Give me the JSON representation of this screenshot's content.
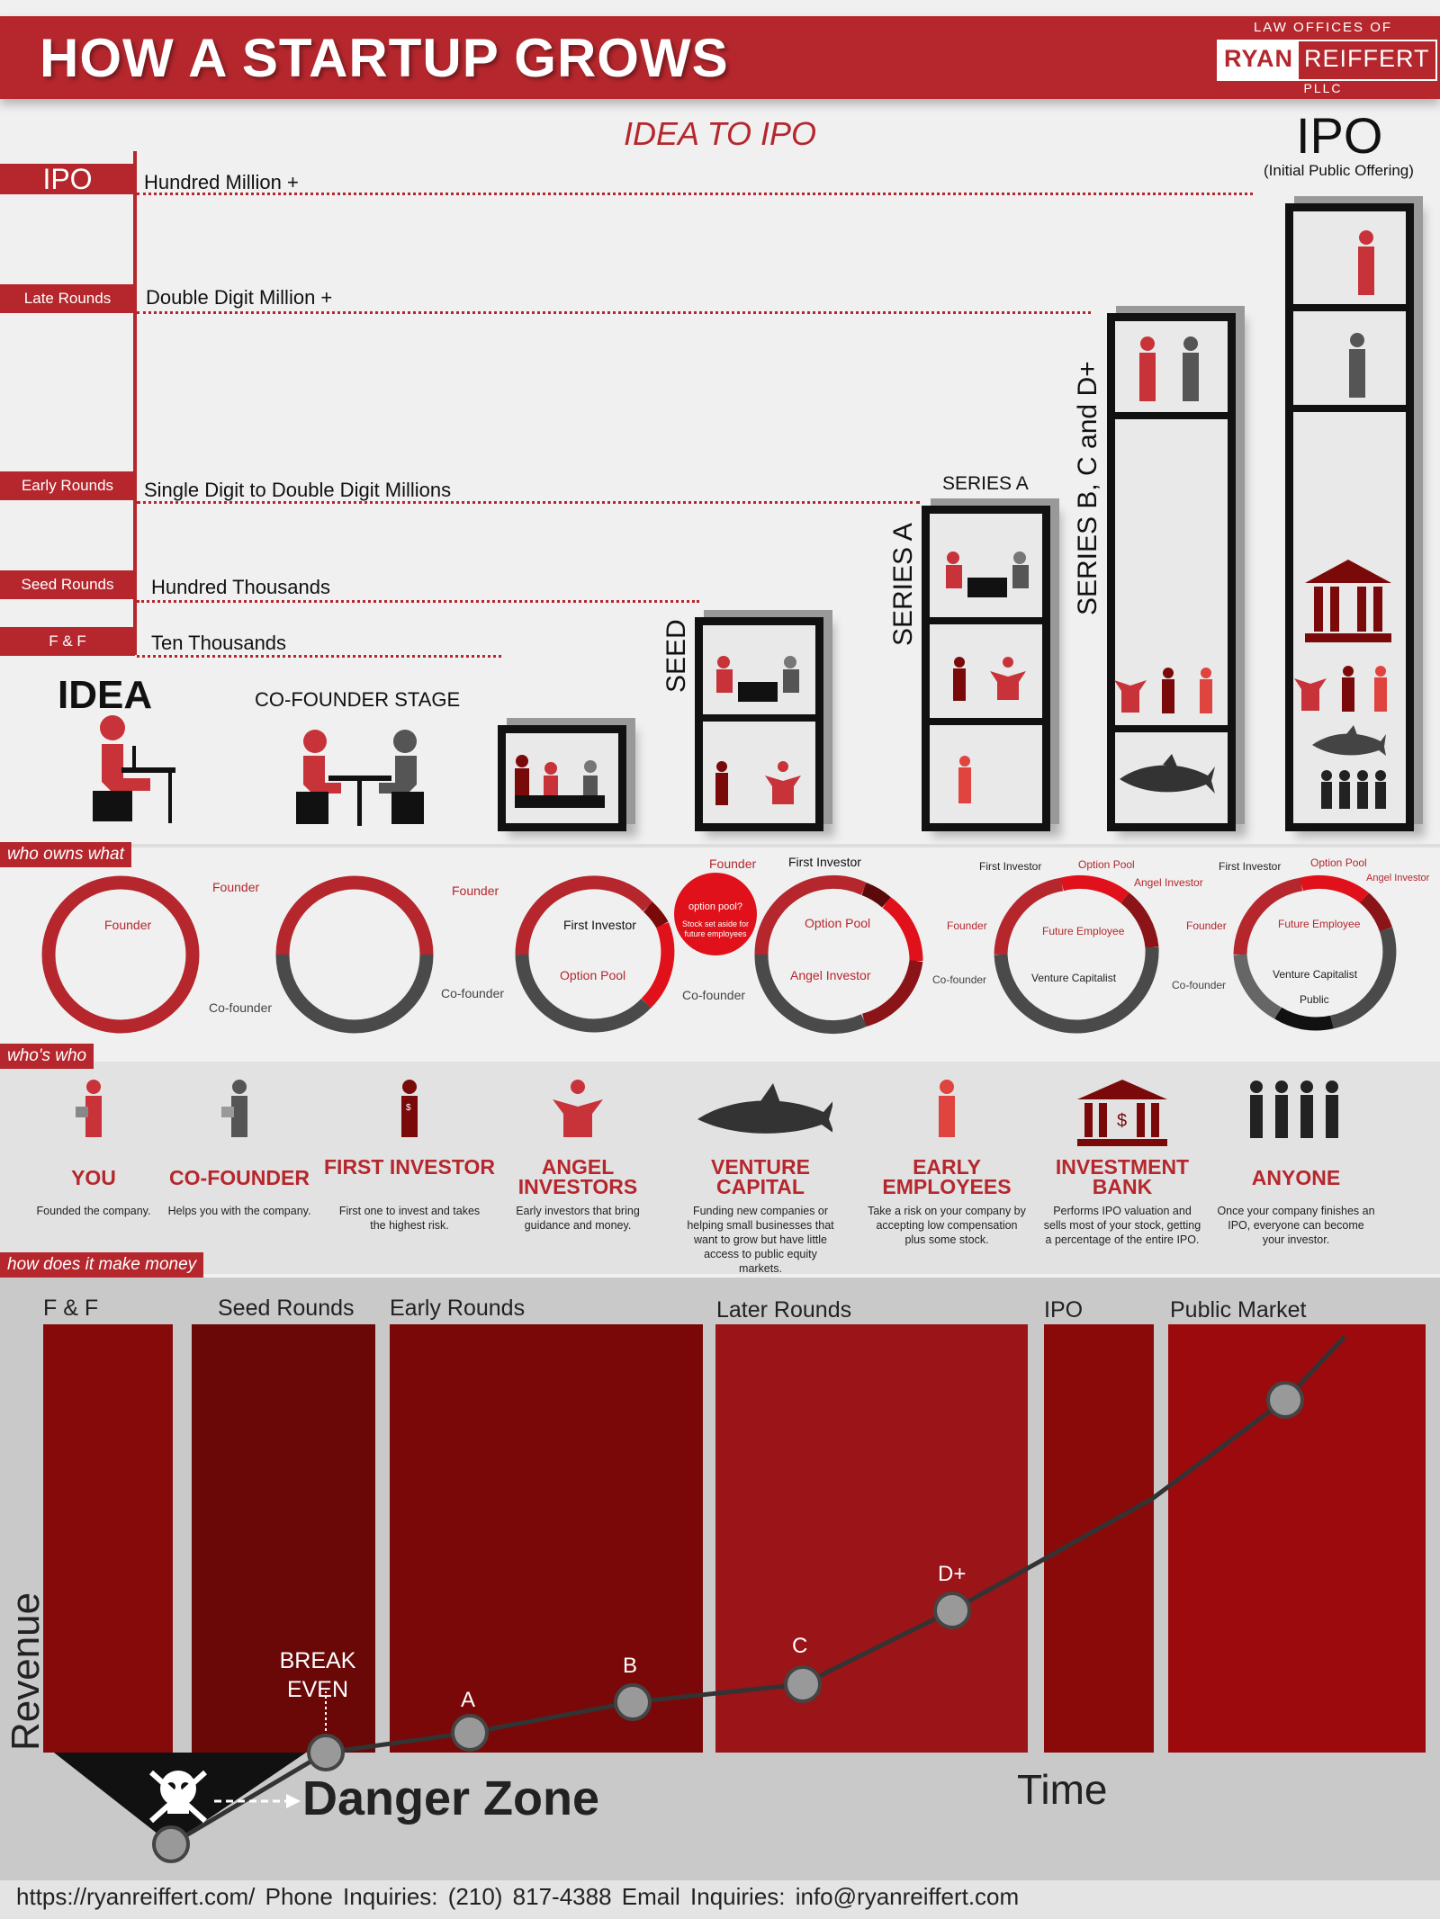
{
  "header": {
    "title": "HOW A STARTUP GROWS",
    "law_offices": "LAW OFFICES OF",
    "brand_a": "RYAN",
    "brand_b": "REIFFERT",
    "pllc": "PLLC"
  },
  "subtitle": "IDEA TO IPO",
  "levels": [
    {
      "tag": "IPO",
      "amount": "Hundred Million +"
    },
    {
      "tag": "Late Rounds",
      "amount": "Double Digit Million +"
    },
    {
      "tag": "Early Rounds",
      "amount": "Single Digit to Double Digit Millions"
    },
    {
      "tag": "Seed Rounds",
      "amount": "Hundred Thousands"
    },
    {
      "tag": "F & F",
      "amount": "Ten Thousands"
    }
  ],
  "stages": {
    "idea": "IDEA",
    "cofounder": "CO-FOUNDER STAGE",
    "seed": "SEED",
    "series_a_top": "SERIES A",
    "series_a_side": "SERIES A",
    "series_bcd": "SERIES B, C and D+",
    "ipo": "IPO",
    "ipo_sub": "(Initial Public Offering)"
  },
  "sections": {
    "owns": "who owns what",
    "who": "who's who",
    "money": "how does it make money"
  },
  "ownership": {
    "founder": "Founder",
    "cofounder": "Co-founder",
    "first_investor": "First Investor",
    "option_pool": "Option  Pool",
    "option_bubble_title": "option pool?",
    "option_bubble_text": "Stock set aside for future employees",
    "angel_investor": "Angel Investor",
    "future_employee": "Future Employee",
    "venture_capitalist": "Venture Capitalist",
    "public": "Public"
  },
  "whos_who": [
    {
      "title": "YOU",
      "desc": "Founded the company.",
      "icon": "person-laptop-red-icon"
    },
    {
      "title": "CO-FOUNDER",
      "desc": "Helps you with the company.",
      "icon": "person-laptop-gray-icon"
    },
    {
      "title": "FIRST INVESTOR",
      "desc": "First one to invest and takes the highest risk.",
      "icon": "person-dollar-icon"
    },
    {
      "title": "ANGEL INVESTORS",
      "desc": "Early investors that bring guidance and money.",
      "icon": "angel-person-icon"
    },
    {
      "title": "VENTURE CAPITAL",
      "desc": "Funding new companies or helping small businesses that want to grow but have little access to public equity markets.",
      "icon": "shark-icon"
    },
    {
      "title": "EARLY EMPLOYEES",
      "desc": "Take a risk on your company  by accepting low compensation plus some stock.",
      "icon": "person-red-icon"
    },
    {
      "title": "INVESTMENT BANK",
      "desc": "Performs IPO valuation and sells most of your stock, getting a percentage of the entire IPO.",
      "icon": "bank-icon"
    },
    {
      "title": "ANYONE",
      "desc": "Once your company finishes an IPO,  everyone   can become your investor.",
      "icon": "crowd-icon"
    }
  ],
  "money": {
    "columns": [
      "F & F",
      "Seed Rounds",
      "Early Rounds",
      "Later Rounds",
      "IPO",
      "Public Market"
    ],
    "points": [
      "BREAK EVEN",
      "A",
      "B",
      "C",
      "D+"
    ],
    "revenue": "Revenue",
    "time": "Time",
    "danger": "Danger Zone"
  },
  "chart_data": {
    "type": "line",
    "categories": [
      "F & F",
      "Seed Rounds",
      "Early Rounds",
      "Later Rounds",
      "IPO",
      "Public Market"
    ],
    "xlabel": "Time",
    "ylabel": "Revenue",
    "annotations": [
      "BREAK EVEN",
      "A",
      "B",
      "C",
      "D+",
      "Danger Zone"
    ]
  },
  "footer": {
    "text": "https://ryanreiffert.com/   Phone Inquiries: (210) 817-4388   Email Inquiries: info@ryanreiffert.com"
  },
  "colors": {
    "brand_red": "#b5272d",
    "dark_red": "#7a0a0a",
    "gray": "#555555",
    "black": "#111111"
  }
}
